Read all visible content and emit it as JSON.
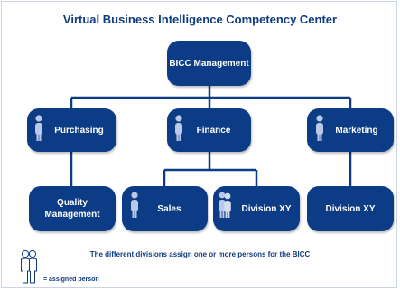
{
  "title": "Virtual Business Intelligence Competency Center",
  "nodes": {
    "root": "BICC Management",
    "purchasing": "Purchasing",
    "finance": "Finance",
    "marketing": "Marketing",
    "quality": "Quality\nManagement",
    "sales": "Sales",
    "division_xy_finance": "Division XY",
    "division_xy_marketing": "Division XY"
  },
  "footer_note": "The different divisions assign one or more persons for the BICC",
  "legend": {
    "icon": "person-outline-icon",
    "label": "= assigned person"
  },
  "colors": {
    "box": "#0c3c85",
    "text": "#0e3c7f",
    "person": "#b9c9e6",
    "line": "#0c3c85"
  }
}
